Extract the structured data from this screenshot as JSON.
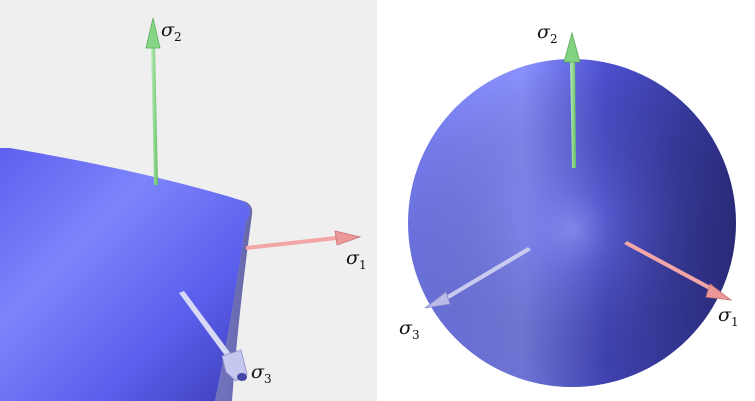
{
  "colors": {
    "background_left": "#efefef",
    "background_right": "#ffffff",
    "surface_light": "#8a93ff",
    "surface_mid": "#5a5ef0",
    "surface_dark": "#2e2f86",
    "axis_sigma1": "#f0a0a0",
    "axis_sigma2": "#8fdd8f",
    "axis_sigma3": "#a8aad8"
  },
  "left_view": {
    "sigma1": {
      "symbol": "σ",
      "index": "1"
    },
    "sigma2": {
      "symbol": "σ",
      "index": "2"
    },
    "sigma3": {
      "symbol": "σ",
      "index": "3"
    }
  },
  "right_view": {
    "sigma1": {
      "symbol": "σ",
      "index": "1"
    },
    "sigma2": {
      "symbol": "σ",
      "index": "2"
    },
    "sigma3": {
      "symbol": "σ",
      "index": "3"
    }
  }
}
